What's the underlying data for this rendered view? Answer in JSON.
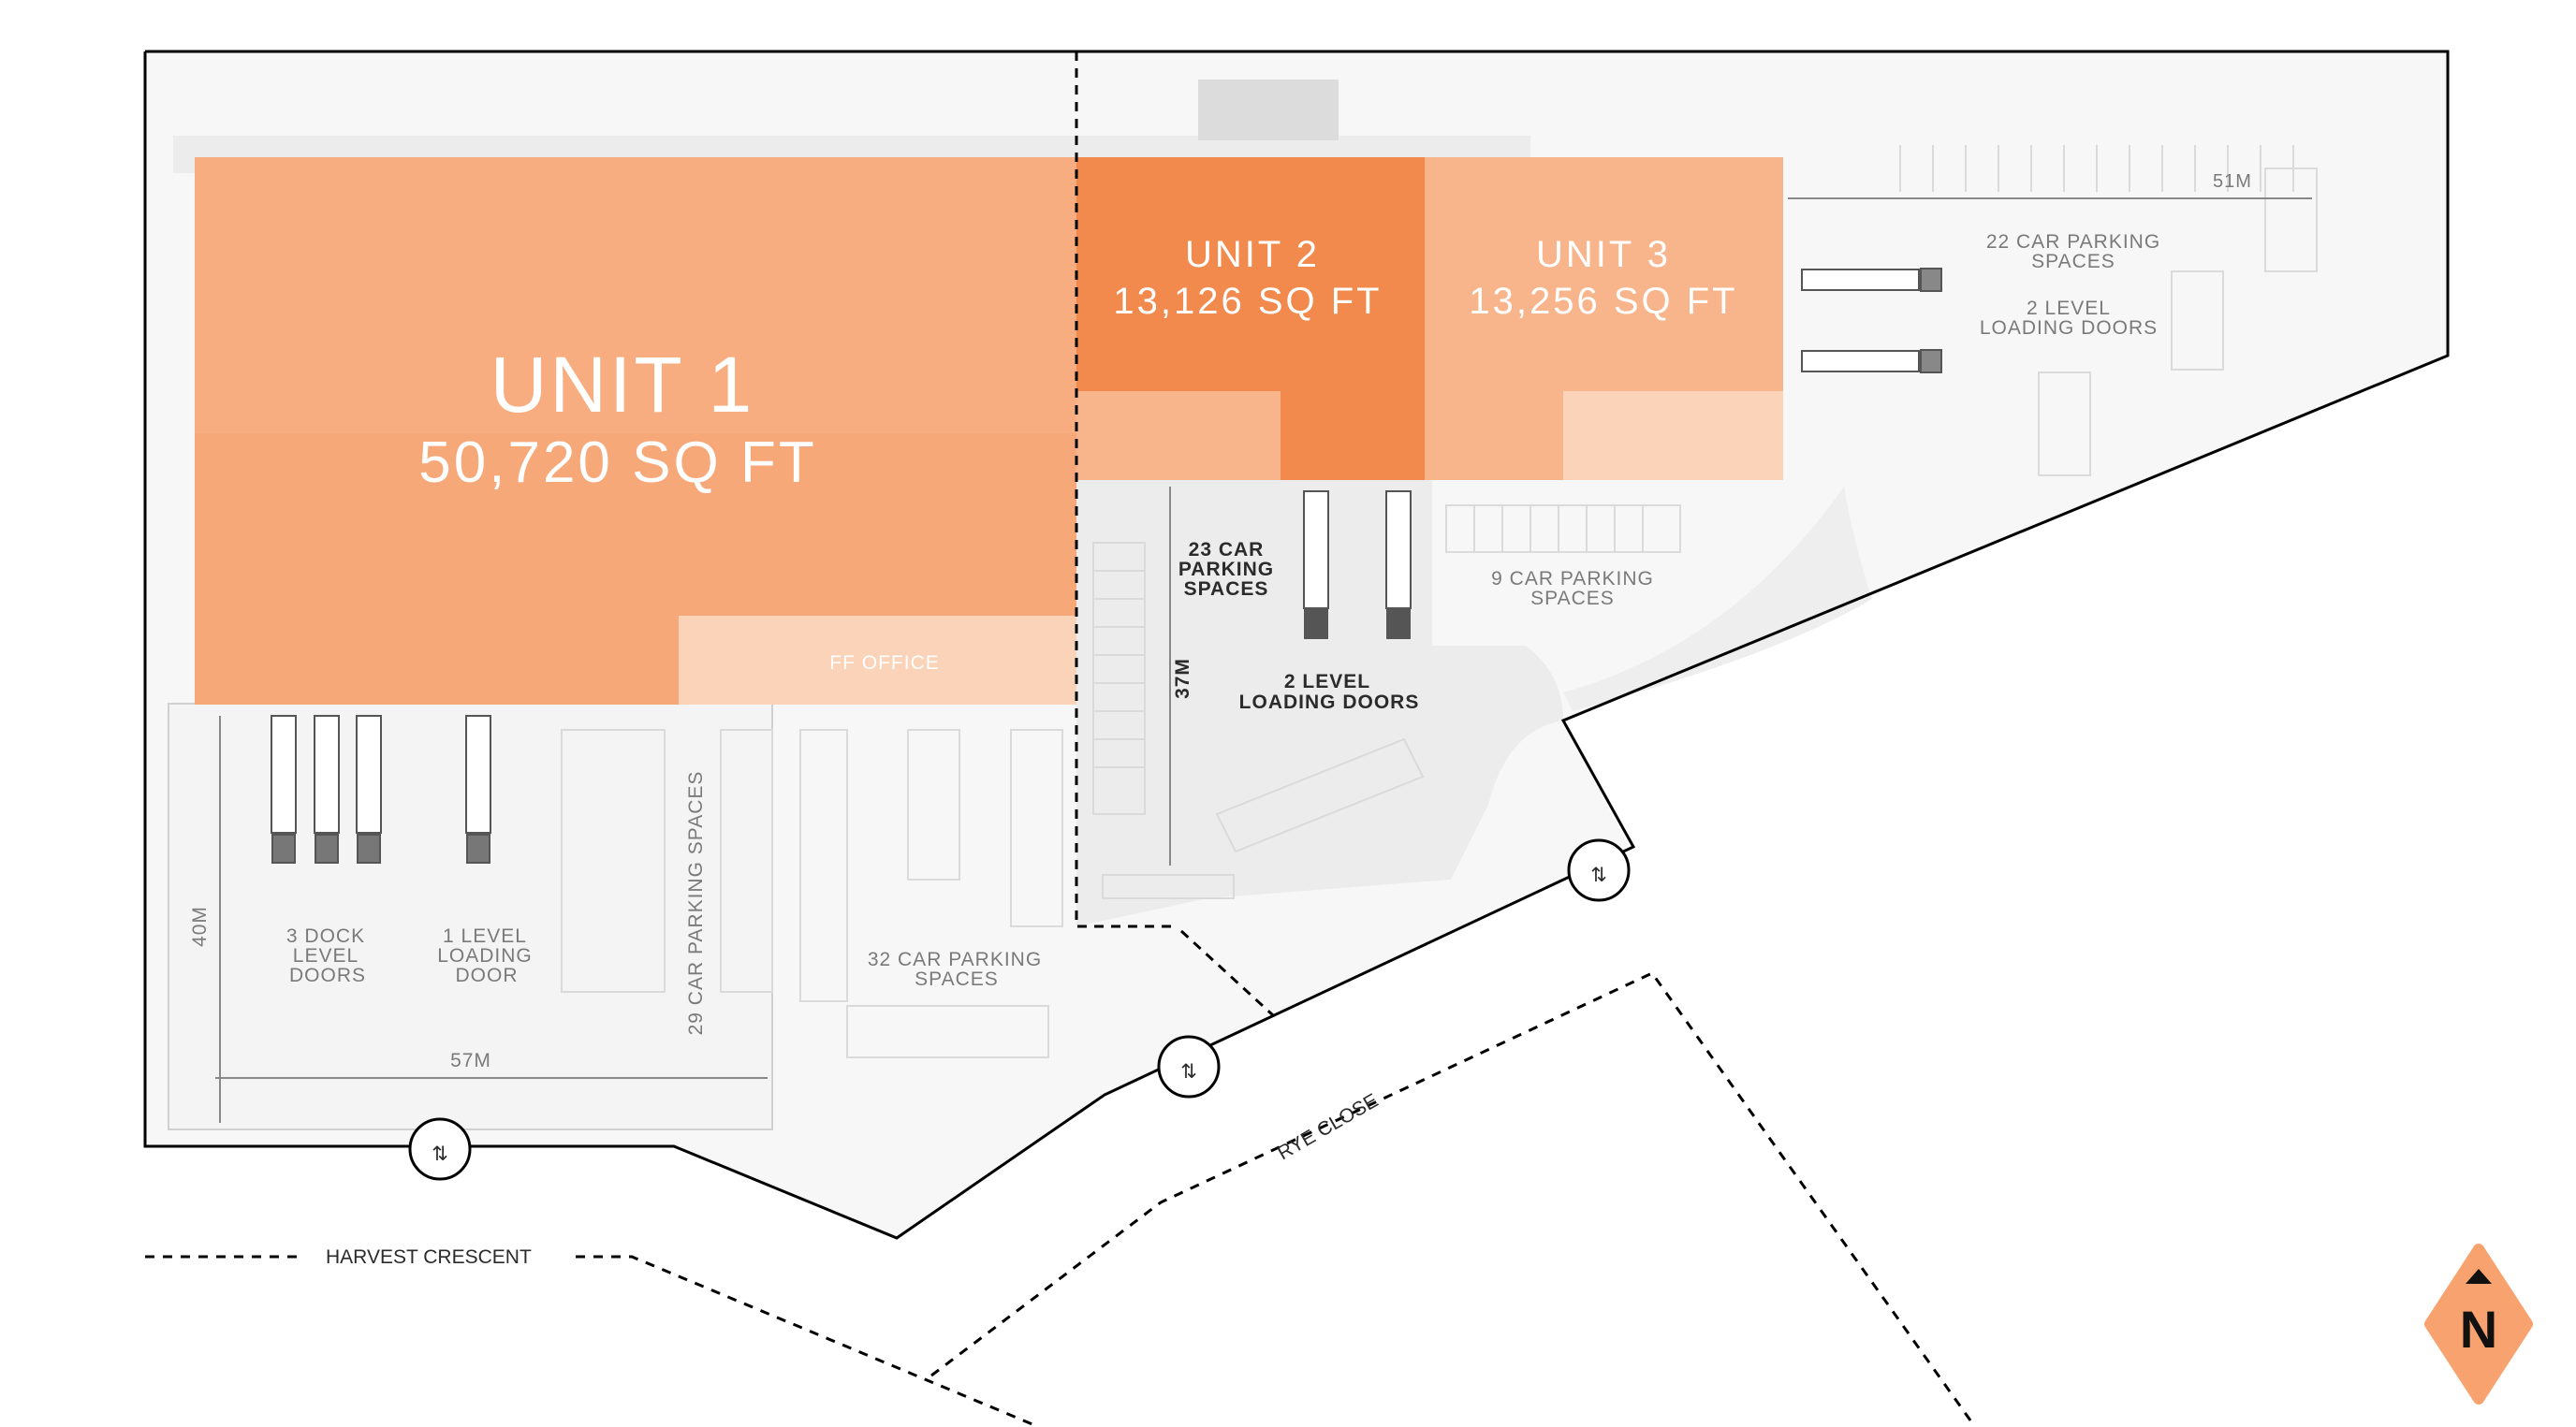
{
  "units": [
    {
      "name": "UNIT 1",
      "area": "50,720 SQ FT"
    },
    {
      "name": "UNIT 2",
      "area": "13,126 SQ FT"
    },
    {
      "name": "UNIT 3",
      "area": "13,256 SQ FT"
    }
  ],
  "office_label": "FF OFFICE",
  "parking": {
    "p22": [
      "22 CAR PARKING",
      "SPACES"
    ],
    "p23": [
      "23 CAR",
      "PARKING",
      "SPACES"
    ],
    "p9": [
      "9 CAR PARKING",
      "SPACES"
    ],
    "p32": [
      "32 CAR PARKING",
      "SPACES"
    ],
    "p29": "29 CAR PARKING SPACES"
  },
  "doors": {
    "unit3": [
      "2 LEVEL",
      "LOADING DOORS"
    ],
    "unit2": [
      "2 LEVEL",
      "LOADING DOORS"
    ],
    "dock": [
      "3 DOCK",
      "LEVEL",
      "DOORS"
    ],
    "level1": [
      "1 LEVEL",
      "LOADING",
      "DOOR"
    ]
  },
  "dimensions": {
    "d51": "51M",
    "d37": "37M",
    "d40": "40M",
    "d57": "57M"
  },
  "roads": {
    "harvest": "HARVEST CRESCENT",
    "rye": "RYE CLOSE"
  },
  "compass": "N",
  "colors": {
    "unit1": "#f7a878",
    "unit2": "#f28a4e",
    "unit3": "#f8b48a",
    "office": "#fbd3b8",
    "yard": "#ececec",
    "site": "#f7f7f7",
    "boundary": "#000000"
  }
}
